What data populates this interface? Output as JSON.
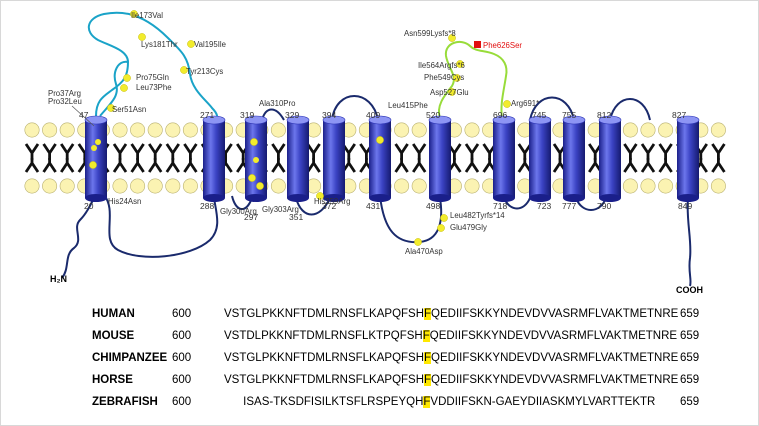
{
  "colors": {
    "helix": "#2d35b5",
    "helix_light": "#7b84f0",
    "loop_dark": "#1a2a6c",
    "loop_cyan": "#1aa3c8",
    "loop_green": "#98dc3a",
    "variant_dot": "#f2ec2c",
    "highlight_variant": "#e21010",
    "lipid_head": "#fbf3b2",
    "alignment_highlight": "#ffe800"
  },
  "termini": {
    "n_term": "H₂N",
    "c_term": "COOH"
  },
  "helix_boundaries": [
    {
      "top": "47",
      "bottom": "20"
    },
    {
      "top": "271",
      "bottom": "288"
    },
    {
      "top": "319",
      "bottom": "297"
    },
    {
      "top": "329",
      "bottom": "351"
    },
    {
      "top": "394",
      "bottom": "372"
    },
    {
      "top": "409",
      "bottom": "431"
    },
    {
      "top": "520",
      "bottom": "498"
    },
    {
      "top": "696",
      "bottom": "718"
    },
    {
      "top": "745",
      "bottom": "723"
    },
    {
      "top": "755",
      "bottom": "777"
    },
    {
      "top": "812",
      "bottom": "790"
    },
    {
      "top": "827",
      "bottom": "849"
    }
  ],
  "variants": [
    {
      "label": "Ile173Val"
    },
    {
      "label": "Lys181Thr"
    },
    {
      "label": "Val195Ile"
    },
    {
      "label": "Tyr213Cys"
    },
    {
      "label": "Pro75Gln"
    },
    {
      "label": "Leu73Phe"
    },
    {
      "label": "Ser51Asn"
    },
    {
      "label": "Pro37Arg"
    },
    {
      "label": "Pro32Leu"
    },
    {
      "label": "His24Asn"
    },
    {
      "label": "Ala310Pro"
    },
    {
      "label": "Gly300Arg"
    },
    {
      "label": "Gly303Arg"
    },
    {
      "label": "His359Arg"
    },
    {
      "label": "Leu415Phe"
    },
    {
      "label": "Asn599Lysfs*8"
    },
    {
      "label": "Phe626Ser"
    },
    {
      "label": "Ile564Argfs*6"
    },
    {
      "label": "Phe549Cys"
    },
    {
      "label": "Asp527Glu"
    },
    {
      "label": "Arg691*"
    },
    {
      "label": "Leu482Tyrfs*14"
    },
    {
      "label": "Glu479Gly"
    },
    {
      "label": "Ala470Asp"
    }
  ],
  "alignment": {
    "rows": [
      {
        "species": "HUMAN",
        "start": "600",
        "pre": "VSTGLPKKNFTDMLRNSFLKAPQFSH",
        "hl": "F",
        "post": "QEDIIFSKKYNDEVDVVASRMFLVAKTMETNRE",
        "end": "659"
      },
      {
        "species": "MOUSE",
        "start": "600",
        "pre": "VSTDLPKKNFTDMLRNSFLKTPQFSH",
        "hl": "F",
        "post": "QEDIIFSKKYNDEVDVVASRMFLVAKTMETNRE",
        "end": "659"
      },
      {
        "species": "CHIMPANZEE",
        "start": "600",
        "pre": "VSTGLPKKNFTDMLRNSFLKAPQFSH",
        "hl": "F",
        "post": "QEDIIFSKKYNDEVDVVASRMFLVAKTMETNRE",
        "end": "659"
      },
      {
        "species": "HORSE",
        "start": "600",
        "pre": "VSTGLPKKNFTDMLRNSFLKAPQFSH",
        "hl": "F",
        "post": "QEDIIFSKKYNDEVDVVASRMFLVAKTMETNRE",
        "end": "659"
      },
      {
        "species": "ZEBRAFISH",
        "start": "600",
        "pre": "      ISAS-TKSDFISILKTSFLRSPEYQH",
        "hl": "F",
        "post": "VDDIIFSKN-GAEYDIIASKMYLVARTTEKTR",
        "end": "659"
      }
    ]
  }
}
